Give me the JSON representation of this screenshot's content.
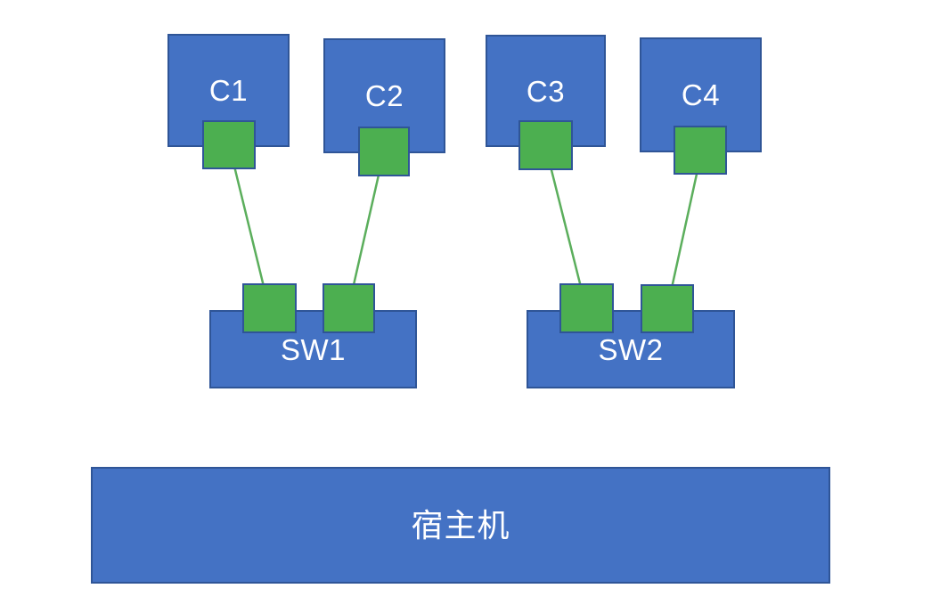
{
  "diagram": {
    "type": "network-topology",
    "colors": {
      "node_fill": "#4472C4",
      "node_border": "#2F5597",
      "port_fill": "#4CAF50",
      "port_border": "#2F5597",
      "link": "#5BAE5C",
      "label": "#FFFFFF",
      "background": "#FFFFFF"
    },
    "containers": [
      {
        "label": "C1"
      },
      {
        "label": "C2"
      },
      {
        "label": "C3"
      },
      {
        "label": "C4"
      }
    ],
    "switches": [
      {
        "label": "SW1"
      },
      {
        "label": "SW2"
      }
    ],
    "host": {
      "label": "宿主机"
    },
    "links": [
      {
        "from": "C1",
        "to": "SW1"
      },
      {
        "from": "C2",
        "to": "SW1"
      },
      {
        "from": "C3",
        "to": "SW2"
      },
      {
        "from": "C4",
        "to": "SW2"
      }
    ]
  }
}
